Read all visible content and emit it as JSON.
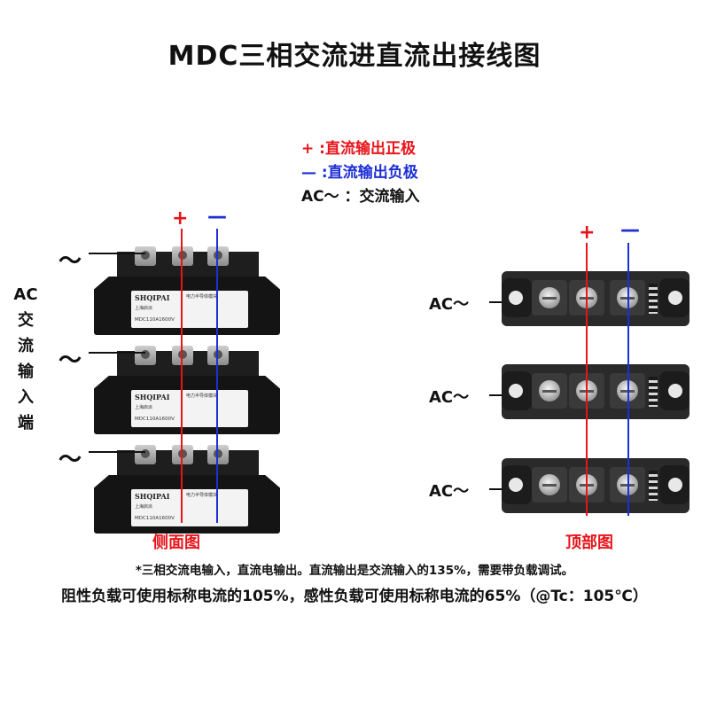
{
  "title": "MDC三相交流进直流出接线图",
  "legend": {
    "plus_symbol": "+",
    "plus_text": " :直流输出正极",
    "minus_symbol": "—",
    "minus_text": " :直流输出负极",
    "ac_text": "AC～ ：交流输入"
  },
  "side_view": {
    "ac_vertical": [
      "AC",
      "交",
      "流",
      "输",
      "入",
      "端"
    ],
    "tilde": "～",
    "plus": "+",
    "minus": "—",
    "caption": "侧面图",
    "module": {
      "brand": "SHQIPAI",
      "brand_cn": "上海启派",
      "right_text": "电力半导体模块",
      "model": "MDC110A1600V"
    }
  },
  "top_view": {
    "plus": "+",
    "minus": "—",
    "ac_label": "AC～",
    "caption": "顶部图"
  },
  "notes": {
    "line1": "*三相交流电输入，直流电输出。直流输出是交流输入的135%，需要带负载调试。",
    "line2": "阻性负载可使用标称电流的105%，感性负载可使用标称电流的65%（@Tc：105℃）"
  },
  "colors": {
    "positive": "#e8141b",
    "negative": "#1d2fd6"
  }
}
